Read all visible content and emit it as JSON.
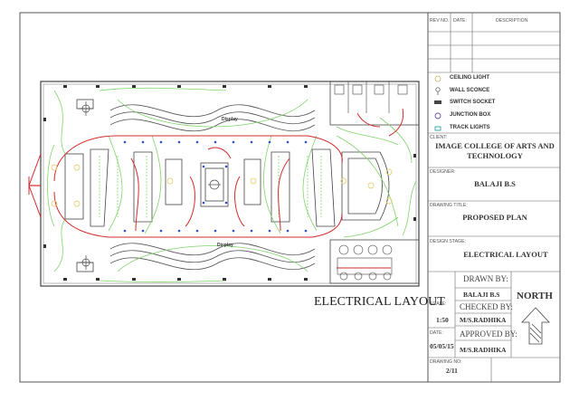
{
  "revision_table": {
    "headers": [
      "REV NO.",
      "DATE:",
      "DESCRIPTION"
    ]
  },
  "legend": [
    {
      "label": "CEILING LIGHT",
      "icon": "ceiling-light-icon"
    },
    {
      "label": "WALL SCONCE",
      "icon": "wall-sconce-icon"
    },
    {
      "label": "SWITCH SOCKET",
      "icon": "switch-socket-icon"
    },
    {
      "label": "JUNCTION BOX",
      "icon": "junction-box-icon"
    },
    {
      "label": "TRACK LIGHTS",
      "icon": "track-lights-icon"
    }
  ],
  "client": {
    "label": "CLIENT:",
    "value": "IMAGE COLLEGE OF ARTS AND TECHNOLOGY"
  },
  "designer": {
    "label": "DESIGNER:",
    "value": "BALAJI B.S"
  },
  "drawing_title": {
    "label": "DRAWING TITLE:",
    "value": "PROPOSED PLAN"
  },
  "design_stage": {
    "label": "DESIGN STAGE:",
    "value": "ELECTRICAL LAYOUT"
  },
  "drawn_by": {
    "label": "DRAWN BY:",
    "value": "BALAJI B.S"
  },
  "checked_by": {
    "label": "CHECKED BY:",
    "value": "M/S.RADHIKA"
  },
  "approved_by": {
    "label": "APPROVED BY:",
    "value": "M/S.RADHIKA"
  },
  "scale": {
    "label": "SCALE:",
    "value": "1:50"
  },
  "date": {
    "label": "DATE:",
    "value": "05/05/15"
  },
  "drawing_no": {
    "label": "DRAWING NO:",
    "value": "2/11"
  },
  "north": "NORTH",
  "plan_title": "ELECTRICAL LAYOUT",
  "plan_labels": {
    "display_top": "Display",
    "display_bottom": "Display"
  },
  "colors": {
    "wiring_green": "#7fd46a",
    "wiring_red": "#d22b2b",
    "junction_blue": "#3050c8",
    "ceiling_light": "#e6d27a",
    "lines": "#444444"
  }
}
